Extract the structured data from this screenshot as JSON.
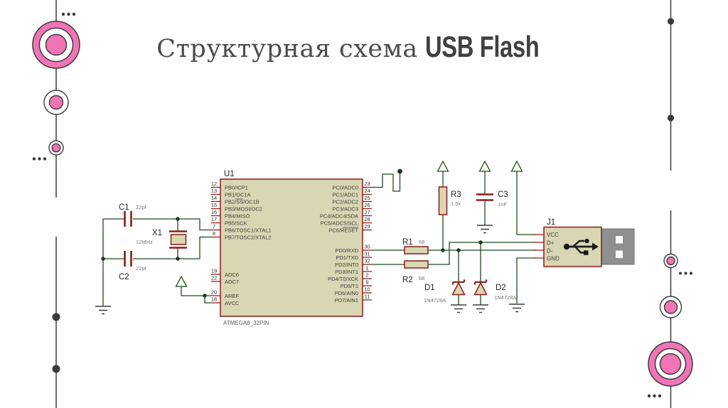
{
  "title": {
    "normal": "Структурная схема",
    "bold": "USB Flash"
  },
  "colors": {
    "accent_pink": "#f175b5",
    "component_fill": "#d9d6b4",
    "component_border": "#8c1a16",
    "wire_green": "#1f4a1f"
  },
  "schematic": {
    "chip": {
      "ref": "U1",
      "part": "ATMEGA8_32PIN",
      "left_pins_top": [
        {
          "num": "12",
          "name": "PB0/ICP1"
        },
        {
          "num": "13",
          "name": "PB1/OC1A"
        },
        {
          "num": "14",
          "pre": "PB2/",
          "ov": "SS",
          "post": "/OC1B"
        },
        {
          "num": "15",
          "name": "PB3/MOSI/OC2"
        },
        {
          "num": "16",
          "name": "PB4/MISO"
        },
        {
          "num": "17",
          "name": "PB5/SCK"
        },
        {
          "num": "7",
          "name": "PB6/TOSC1/XTAL1"
        },
        {
          "num": "8",
          "name": "PB7/TOSC2/XTAL2"
        }
      ],
      "left_pins_bottom": [
        {
          "num": "19",
          "name": "ADC6"
        },
        {
          "num": "22",
          "name": "ADC7"
        },
        {
          "num": "20",
          "name": "AREF"
        },
        {
          "num": "18",
          "name": "AVCC"
        }
      ],
      "right_pins_top": [
        {
          "num": "23",
          "name": "PC0/ADC0"
        },
        {
          "num": "24",
          "name": "PC1/ADC1"
        },
        {
          "num": "25",
          "name": "PC2/ADC2"
        },
        {
          "num": "26",
          "name": "PC3/ADC3"
        },
        {
          "num": "27",
          "name": "PC4/ADC4/SDA"
        },
        {
          "num": "28",
          "name": "PC5/ADC5/SCL"
        },
        {
          "num": "29",
          "pre": "PC6/",
          "ov": "RESET",
          "post": ""
        }
      ],
      "right_pins_bottom": [
        {
          "num": "30",
          "name": "PD0/RXD"
        },
        {
          "num": "31",
          "name": "PD1/TXD"
        },
        {
          "num": "32",
          "name": "PD2/INT0"
        },
        {
          "num": "1",
          "name": "PD3/INT1"
        },
        {
          "num": "2",
          "name": "PD4/T0/XCK"
        },
        {
          "num": "9",
          "name": "PD5/T1"
        },
        {
          "num": "10",
          "name": "PD6/AIN0"
        },
        {
          "num": "11",
          "name": "PD7/AIN1"
        }
      ]
    },
    "components": {
      "c1": {
        "ref": "C1",
        "value": "22pf"
      },
      "c2": {
        "ref": "C2",
        "value": "22pf"
      },
      "c3": {
        "ref": "C3",
        "value": "1nF"
      },
      "x1": {
        "ref": "X1",
        "value": "12MHz"
      },
      "r1": {
        "ref": "R1",
        "value": "68"
      },
      "r2": {
        "ref": "R2",
        "value": "68"
      },
      "r3": {
        "ref": "R3",
        "value": "1.5k"
      },
      "d1": {
        "ref": "D1",
        "value": "1N4728A"
      },
      "d2": {
        "ref": "D2",
        "value": "1N4728A"
      },
      "j1": {
        "ref": "J1",
        "pin1": "VCC",
        "pin2": "D+",
        "pin3": "D-",
        "pin4": "GND"
      }
    }
  }
}
